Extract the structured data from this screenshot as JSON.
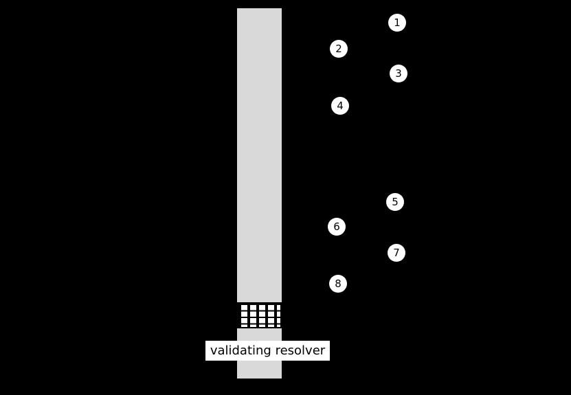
{
  "diagram": {
    "background_color": "#000000",
    "timeline_bar_color": "#d9d9d9",
    "resolver_label": "validating resolver",
    "step_markers": [
      "1",
      "2",
      "3",
      "4",
      "5",
      "6",
      "7",
      "8"
    ]
  }
}
